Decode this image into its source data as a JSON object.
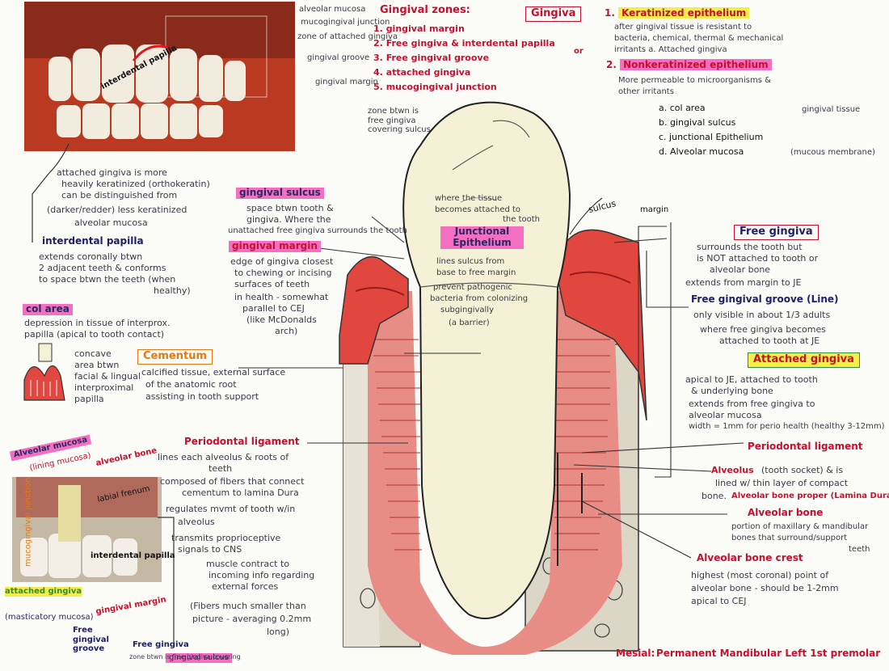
{
  "colors": {
    "gum": "#e2473f",
    "ligament": "#e88c86",
    "bone": "#dcd6c7",
    "tooth": "#f5f1d6",
    "ink": "#2d2d35",
    "accent_red": "#c8102e",
    "highlight_pink": "#f46fc1",
    "highlight_yellow": "#f5ee4a"
  },
  "photo_top": {
    "label_interdental": "interdental papilla",
    "labels": [
      "alveolar mucosa",
      "mucogingival junction",
      "zone of attached gingiva",
      "gingival groove",
      "gingival margin"
    ]
  },
  "zones": {
    "title": "Gingival zones:",
    "items": [
      "gingival margin",
      "Free gingiva & interdental papilla",
      "Free gingival groove",
      "attached gingiva",
      "mucogingival junction"
    ],
    "numbers": [
      "1.",
      "2.",
      "3.",
      "4.",
      "5."
    ],
    "note": "zone btwn is free gingiva covering sulcus"
  },
  "gingiva": {
    "title": "Gingiva",
    "keratinized": "Keratinized epithelium",
    "or": "or",
    "k_lines": [
      "after gingival tissue is resistant to",
      "bacteria, chemical, thermal & mechanical",
      "irritants a. Attached gingiva"
    ],
    "nonkeratinized": "Nonkeratinized epithelium",
    "nk_lines": [
      "More permeable to microorganisms &",
      "other irritants"
    ],
    "nk_items": [
      "a. col area",
      "b. gingival sulcus",
      "c. junctional Epithelium",
      "d. Alveolar mucosa"
    ],
    "nk_bracket": "gingival tissue",
    "nk_membrane": "(mucous membrane)"
  },
  "attached_note": [
    "attached gingiva is more",
    "heavily keratinized (orthokeratin)",
    "can be distinguished from",
    "(darker/redder) less keratinized",
    "alveolar mucosa"
  ],
  "interdental": {
    "title": "interdental papilla",
    "lines": [
      "extends coronally btwn",
      "2 adjacent teeth & conforms",
      "to space btwn the teeth (when",
      "healthy)"
    ]
  },
  "col": {
    "title": "col area",
    "lines": [
      "depression in tissue of interprox.",
      "papilla (apical to tooth contact)"
    ],
    "side": [
      "concave",
      "area btwn",
      "facial & lingual",
      "interproximal",
      "papilla"
    ]
  },
  "cementum": {
    "title": "Cementum",
    "lines": [
      "calcified tissue, external surface",
      "of the anatomic root",
      "assisting in tooth support"
    ]
  },
  "sulcus": {
    "title": "gingival sulcus",
    "lines": [
      "space btwn tooth &",
      "gingiva. Where the",
      "unattached free gingiva surrounds the tooth"
    ]
  },
  "margin": {
    "title": "gingival margin",
    "lines": [
      "edge of gingiva closest",
      "to chewing or incising",
      "surfaces of teeth",
      "in health - somewhat",
      "parallel to CEJ",
      "(like McDonalds",
      "arch)"
    ]
  },
  "junctional": {
    "title": "Junctional Epithelium",
    "top": [
      "where the tissue",
      "becomes attached to",
      "the tooth"
    ],
    "lines": [
      "lines sulcus from",
      "base to free margin"
    ],
    "bottom": [
      "prevent pathogenic",
      "bacteria from colonizing",
      "subgingivally",
      "(a barrier)"
    ]
  },
  "tooth_labels": {
    "sulcus": "sulcus",
    "margin": "margin"
  },
  "free_gingiva": {
    "title": "Free gingiva",
    "lines": [
      "surrounds the tooth but",
      "is NOT attached to tooth or",
      "alveolar bone",
      "extends from margin to JE"
    ]
  },
  "groove": {
    "title": "Free gingival groove (Line)",
    "lines": [
      "only visible in about 1/3 adults",
      "where free gingiva becomes",
      "attached to tooth at JE"
    ]
  },
  "attached": {
    "title": "Attached gingiva",
    "lines": [
      "apical to JE, attached to tooth",
      "& underlying bone",
      "extends from free gingiva to",
      "alveolar mucosa",
      "width = 1mm for perio health (healthy 3-12mm)"
    ]
  },
  "pdl": {
    "title": "Periodontal ligament",
    "lines": [
      "lines each alveolus & roots of",
      "teeth",
      "composed of fibers that connect",
      "cementum to lamina Dura",
      "regulates mvmt of tooth w/in",
      "alveolus",
      "transmits proprioceptive",
      "signals to CNS",
      "muscle contract to",
      "incoming info regarding",
      "external forces",
      "(Fibers much smaller than",
      "picture - averaging 0.2mm",
      "long)"
    ]
  },
  "right_lower": {
    "pdl": "Periodontal ligament",
    "alveolus_title": "Alveolus",
    "alveolus_lines": [
      "(tooth socket) & is",
      "lined w/ thin layer of compact",
      "bone."
    ],
    "proper": "Alveolar bone proper (Lamina Dura)",
    "bone_title": "Alveolar bone",
    "bone_lines": [
      "portion of maxillary & mandibular",
      "bones that surround/support",
      "teeth"
    ],
    "crest_title": "Alveolar bone crest",
    "crest_lines": [
      "highest (most coronal) point of",
      "alveolar bone - should be 1-2mm",
      "apical to CEJ"
    ]
  },
  "photo2": {
    "labels": [
      "Alveolar mucosa",
      "(lining mucosa)",
      "alveolar bone",
      "labial frenum",
      "mucogingival junction",
      "interdental papilla",
      "attached gingiva",
      "(masticatory mucosa)",
      "gingival margin",
      "Free gingival groove",
      "Free gingiva",
      "gingival sulcus"
    ],
    "zone": "zone btwn is free gingiva covering"
  },
  "footer": {
    "label": "Mesial:",
    "text": "Permanent Mandibular Left 1st premolar"
  }
}
